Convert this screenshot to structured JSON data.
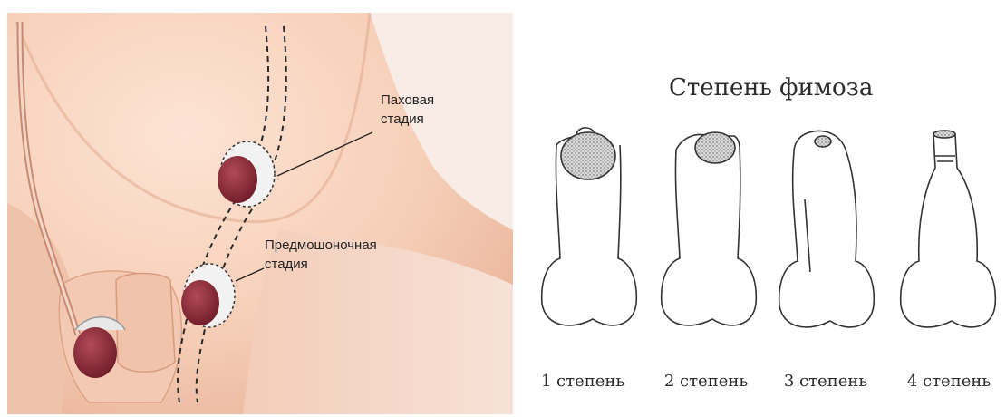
{
  "left_diagram": {
    "labels": {
      "inguinal_stage": "Паховая\nстадия",
      "prescrotal_stage": "Предмошоночная\nстадия"
    },
    "colors": {
      "skin": "#f6d3c0",
      "skin_shadow": "#e8b9a2",
      "testis": "#8e2a38"
    }
  },
  "right_diagram": {
    "title": "Степень фимоза",
    "grades": [
      {
        "label": "1 степень"
      },
      {
        "label": "2 степень"
      },
      {
        "label": "3 степень"
      },
      {
        "label": "4 степень"
      }
    ]
  }
}
